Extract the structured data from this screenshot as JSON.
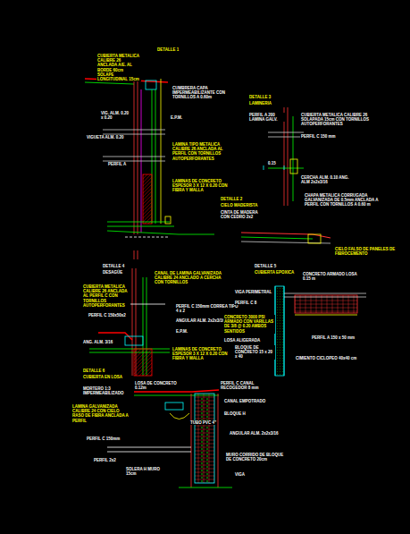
{
  "diagram": {
    "labels": [
      "DETALLE 1",
      "CUBIERTA METALICA CALIBRE 26 ANCLADA A/E. AL BORDE 60cm SOLAPE LONGITUDINAL 15cm",
      "CUMBRERA CAPA IMPERMEABILIZANTE CON TORNILLOS A 0.60m",
      "VIG. ALM. 0.20 x 0.20",
      "E.P.M.",
      "VIGUETA ALM. 0.20",
      "PERFIL A",
      "LAMINA TIPO METALICA CALIBRE 26 ANCLADA AL PERFIL CON TORNILLOS AUTOPERFORANTES",
      "LAMINAS DE CONCRETO ESPESOR 3 X 12 X 0.20 CON FIBRA Y MALLA",
      "DETALLE 3",
      "LAMINERIA",
      "PERFIL A 200 LAMINA GALV.",
      "CUBIERTA METALICA CALIBRE 26 SOLAPADA 15cm CON TORNILLOS AUTOPERFORANTES",
      "PERFIL C 150 mm",
      "0.15",
      "CERCHA ALM. 0.10 ANG. ALM 2x2x3/16",
      "DETALLE 2",
      "CIELO MADERISTA",
      "CINTA DE MADERA CON CEDRO 2x2",
      "CHAPA METALICA CORRUGADA GALVANIZADA DE 0.5mm ANCLADA A PERFIL CON TORNILLOS A 0.60 m",
      "CIELO FALSO DE PANELES DE FIBROCEMENTO",
      "DETALLE 4",
      "DESAGÜE",
      "CUBIERTA METALICA CALIBRE 26 ANCLADA AL PERFIL C CON TORNILLOS AUTOPERFORANTES",
      "PERFIL C 150x50x2",
      "CANAL DE LAMINA GALVANIZADA CALIBRE 24 ANCLADO A CERCHA CON TORNILLOS",
      "PERFIL C 150mm CORREA TIPO 4 x 2",
      "ANGULAR ALM. 2x2x3/16",
      "E.P.M.",
      "ANG. ALM. 3/16",
      "LAMINAS DE CONCRETO ESPESOR 3 X 12 X 0.20 CON FIBRA Y MALLA",
      "DETALLE 5",
      "CUBIERTA EPOXICA",
      "CONCRETO ARMADO LOSA 0.15 m",
      "VIGA PERIMETRAL",
      "PERFIL C 8",
      "CONCRETO 3000 PSI ARMADO CON VARILLAS DE 3/8 @ 0.20 AMBOS SENTIDOS",
      "LOSA ALIGERADA",
      "BLOQUE DE CONCRETO 15 x 20 x 40",
      "PERFIL A 150 x 50 mm",
      "CIMIENTO CICLOPEO 40x40 cm",
      "DETALLE 6",
      "CUBIERTA EN LOSA",
      "LOSA DE CONCRETO 0.12m",
      "PERFIL C CANAL RECOGEDOR 8 mm",
      "MORTERO 1:3 IMPERMEABILIZADO",
      "LAMINA GALVANIZADA CALIBRE 24 CON CIELO RASO DE FIBRA ANCLADA A PERFIL",
      "CANAL EMPOTRADO",
      "BLOQUE H",
      "TUBO PVC 4\"",
      "PERFIL C 150mm",
      "ANGULAR ALM. 2x2x3/16",
      "PERFIL 2x2",
      "MURO CORRIDO DE BLOQUE DE CONCRETO 20cm",
      "SOLERA H MURO 15cm",
      "VIGA"
    ]
  }
}
